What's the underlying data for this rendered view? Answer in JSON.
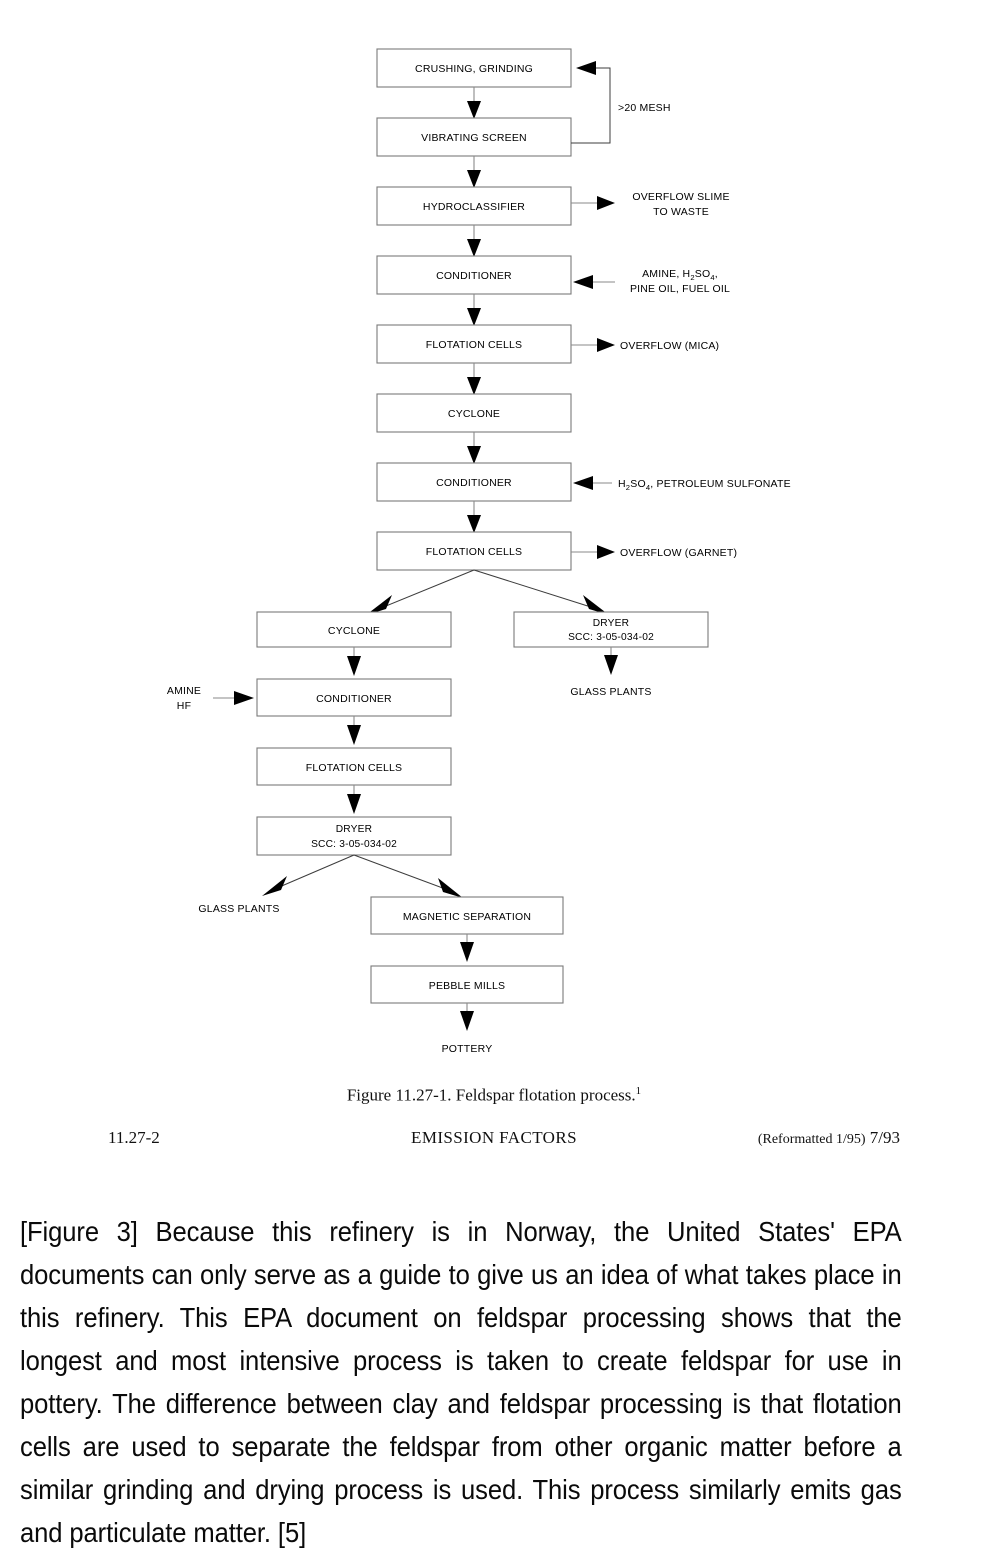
{
  "figure": {
    "caption_text": "Figure 11.27-1.  Feldspar flotation process.",
    "caption_superscript": "1",
    "nodes": {
      "crushing_grinding": "CRUSHING, GRINDING",
      "vibrating_screen": "VIBRATING SCREEN",
      "hydroclassifier": "HYDROCLASSIFIER",
      "conditioner_1": "CONDITIONER",
      "flotation_cells_1": "FLOTATION CELLS",
      "cyclone_1": "CYCLONE",
      "conditioner_2": "CONDITIONER",
      "flotation_cells_2": "FLOTATION CELLS",
      "cyclone_2": "CYCLONE",
      "dryer_right_line1": "DRYER",
      "dryer_right_line2": "SCC:  3-05-034-02",
      "conditioner_3": "CONDITIONER",
      "flotation_cells_3": "FLOTATION CELLS",
      "dryer_left_line1": "DRYER",
      "dryer_left_line2": "SCC:  3-05-034-02",
      "magnetic_separation": "MAGNETIC SEPARATION",
      "pebble_mills": "PEBBLE MILLS"
    },
    "stream_labels": {
      "mesh_recycle": ">20 MESH",
      "overflow_slime_line1": "OVERFLOW SLIME",
      "overflow_slime_line2": "TO WASTE",
      "amine_reagents_line1_a": "AMINE, H",
      "amine_reagents_line1_sub1": "2",
      "amine_reagents_line1_b": "SO",
      "amine_reagents_line1_sub2": "4",
      "amine_reagents_line1_c": ",",
      "amine_reagents_line2": "PINE OIL, FUEL OIL",
      "overflow_mica": "OVERFLOW (MICA)",
      "acid_sulfonate_a": "H",
      "acid_sulfonate_sub1": "2",
      "acid_sulfonate_b": "SO",
      "acid_sulfonate_sub2": "4",
      "acid_sulfonate_c": ", PETROLEUM SULFONATE",
      "overflow_garnet": "OVERFLOW (GARNET)",
      "amine_hf_line1": "AMINE",
      "amine_hf_line2": "HF",
      "glass_plants_right": "GLASS PLANTS",
      "glass_plants_left": "GLASS PLANTS",
      "pottery": "POTTERY"
    }
  },
  "footer": {
    "page_number": "11.27-2",
    "document_title": "EMISSION FACTORS",
    "reformatted_note": "(Reformatted 1/95)",
    "date": "7/93"
  },
  "body": {
    "paragraph": "[Figure 3] Because this refinery is in Norway, the United States' EPA documents can only serve as a guide to give us an idea of what takes place in this refinery. This EPA document on feldspar processing shows that the longest and most intensive process is taken to create feldspar for use in pottery. The difference between clay and feldspar processing is that flotation cells are used to separate the feldspar from other organic matter before a similar grinding and drying process is used. This process similarly emits gas and particulate matter. [5]"
  },
  "colors": {
    "page_background": "#ffffff",
    "box_stroke": "#7a7a7a",
    "line_stroke": "#8a8a8a",
    "text": "#000000"
  }
}
